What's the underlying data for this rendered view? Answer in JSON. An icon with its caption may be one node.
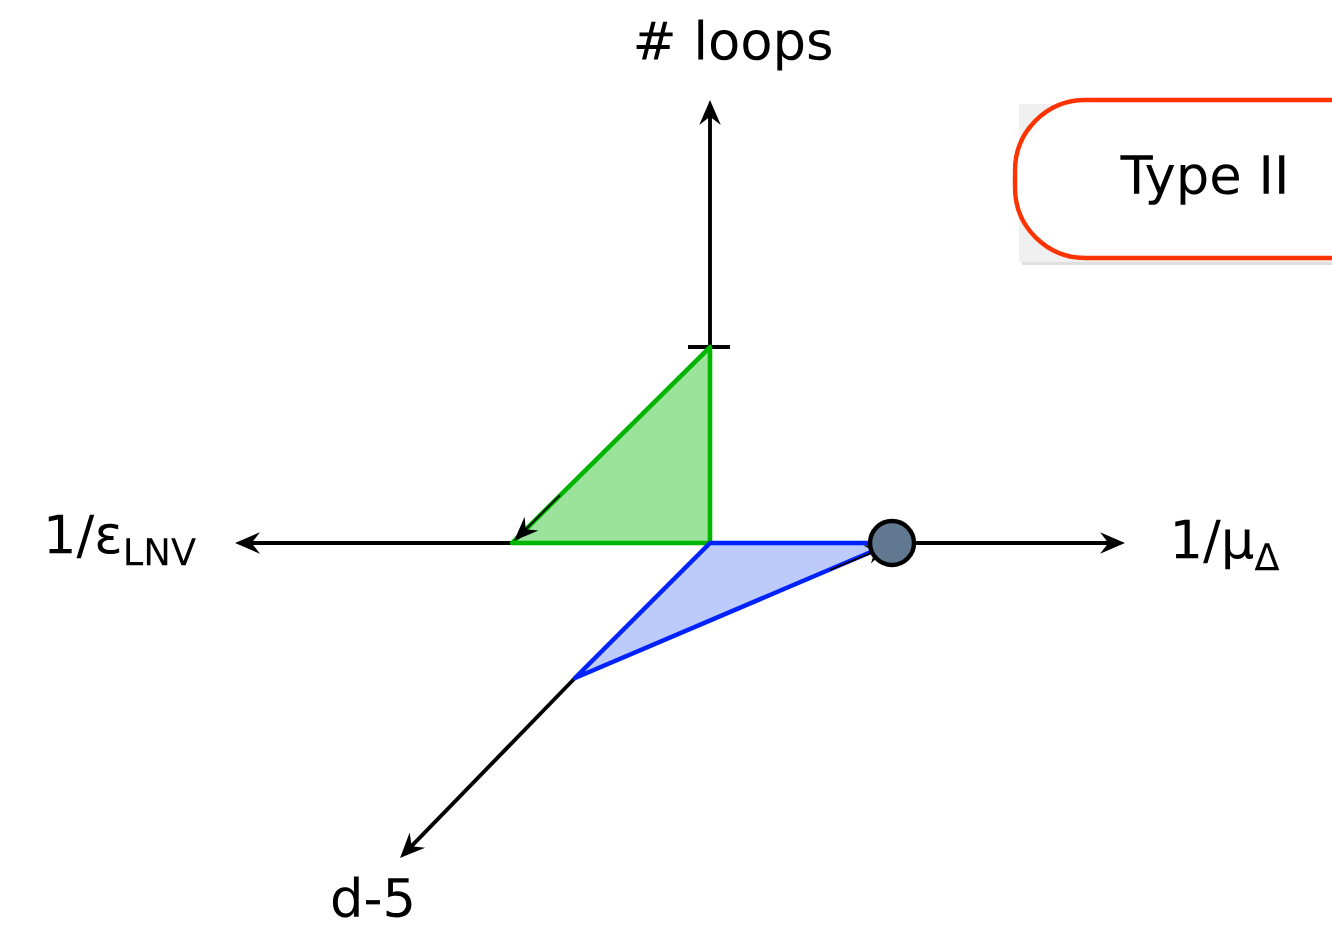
{
  "diagram": {
    "nodes": [
      {
        "text": [
          "Type II"
        ]
      },
      {
        "text": [],
        "shape": "circle"
      }
    ],
    "labels": [
      "# loops",
      "1/ε$_{LNV}$",
      "1/μ$_{Δ}$",
      "d-5"
    ]
  }
}
